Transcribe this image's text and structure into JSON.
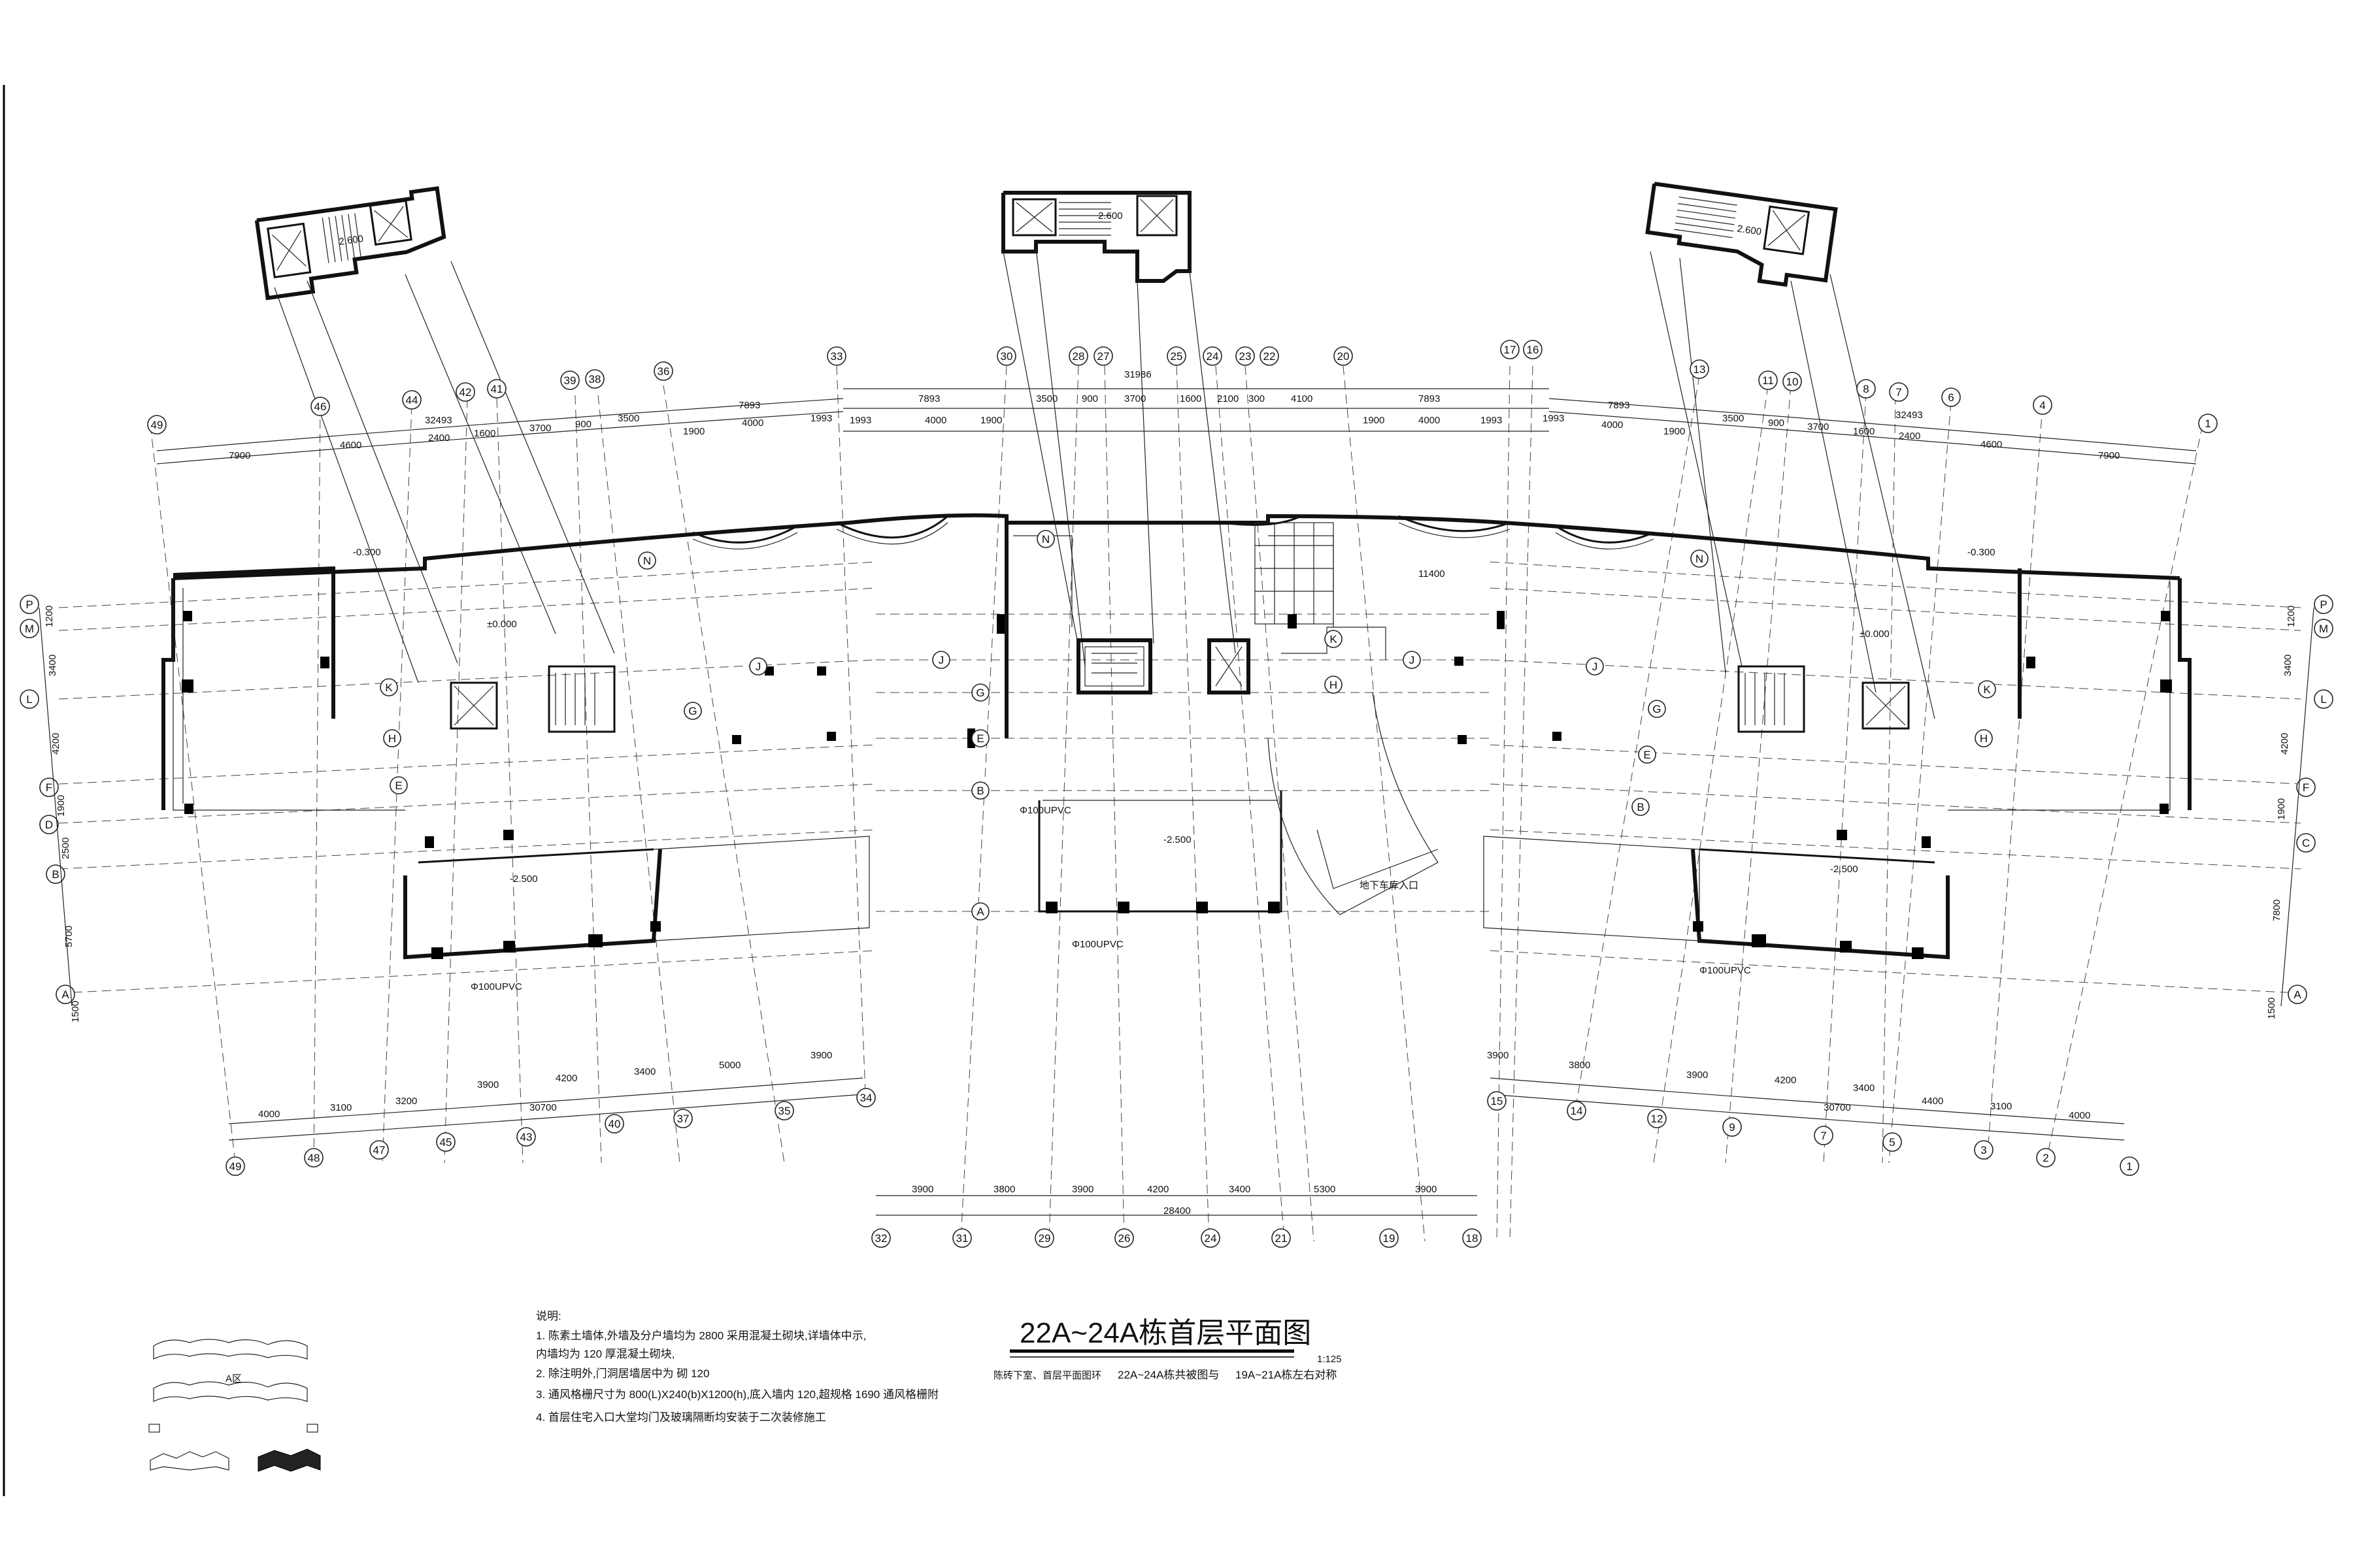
{
  "drawing": {
    "title": "22A~24A栋首层平面图",
    "scale": "1:125",
    "subtitle_left": "陈砖下室、首层平面图环",
    "subtitle_mid": "22A~24A栋共被图与",
    "subtitle_right": "19A~21A栋左右对称",
    "zone_label": "A区"
  },
  "notes": {
    "heading": "说明:",
    "items": [
      "1. 陈素土墙体,外墙及分户墙均为    2800  采用混凝土砌块,详墙体中示,",
      "   内墙均为 120     厚混凝土砌块,",
      "2. 除注明外,门洞居墙居中为        砌 120",
      "3. 通风格栅尺寸为          800(L)X240(b)X1200(h),底入墙内  120,超规格       1690  通风格栅附",
      "4. 首层住宅入口大堂均门及玻璃隔断均安装于二次装修施工"
    ]
  },
  "top_dims": {
    "total_center": "31986",
    "total_left": "32493",
    "total_right": "32493",
    "left_row1": [
      "7900",
      "4600",
      "2400",
      "1600",
      "3700",
      "900",
      "3500",
      "7893"
    ],
    "left_row2": [
      "1993",
      "4000",
      "1900"
    ],
    "center_row1": [
      "7893",
      "3500",
      "900",
      "3700",
      "1600",
      "2100",
      "300",
      "4100",
      "7893"
    ],
    "center_row2": [
      "1993",
      "4000",
      "1900",
      "1900",
      "4000",
      "1993"
    ],
    "right_row1": [
      "7893",
      "3500",
      "900",
      "3700",
      "1600",
      "2400",
      "4600",
      "7900"
    ],
    "right_row2": [
      "1993",
      "4000",
      "1900"
    ]
  },
  "bottom_dims": {
    "left_row1": [
      "3900",
      "5000",
      "3400",
      "4200",
      "3900",
      "3200",
      "3100",
      "4000"
    ],
    "left_total": "30700",
    "right_row1": [
      "3900",
      "3800",
      "3900",
      "4200",
      "3400",
      "4400",
      "3100",
      "4000"
    ],
    "right_total": "30700",
    "center_row1": [
      "3900",
      "3800",
      "3900",
      "4200",
      "3400",
      "5300",
      "3900"
    ],
    "center_total": "28400"
  },
  "side_dims": {
    "left": [
      "1200",
      "3400",
      "4200",
      "1900",
      "2500",
      "5700",
      "1500"
    ],
    "right": [
      "1200",
      "3400",
      "4200",
      "1900",
      "7800",
      "1500"
    ]
  },
  "axes": {
    "top_left": [
      "49",
      "46",
      "44",
      "42",
      "41",
      "39",
      "38",
      "36",
      "33"
    ],
    "top_center": [
      "30",
      "28",
      "27",
      "25",
      "24",
      "23",
      "22",
      "20",
      "17",
      "16"
    ],
    "top_right": [
      "13",
      "11",
      "10",
      "8",
      "7",
      "6",
      "4",
      "1"
    ],
    "bottom_left": [
      "49",
      "48",
      "47",
      "45",
      "43",
      "40",
      "37",
      "35",
      "34"
    ],
    "bottom_center": [
      "32",
      "31",
      "29",
      "26",
      "24",
      "21",
      "19",
      "18"
    ],
    "bottom_right": [
      "15",
      "14",
      "12",
      "9",
      "7",
      "5",
      "3",
      "2",
      "1"
    ],
    "left_letters": [
      "P",
      "M",
      "L",
      "F",
      "D",
      "B",
      "A"
    ],
    "right_letters": [
      "P",
      "M",
      "L",
      "F",
      "C",
      "A"
    ],
    "inner_letters": [
      "N",
      "K",
      "J",
      "H",
      "G",
      "E",
      "B",
      "A"
    ]
  },
  "labels": {
    "elev_main": "-2.500",
    "elev_stair": "2.600",
    "elev_lobby": "±0.000",
    "elev_out": "-0.300",
    "pipe": "Φ100UPVC",
    "dim_11400": "11400",
    "ramp": "地下车库入口"
  }
}
